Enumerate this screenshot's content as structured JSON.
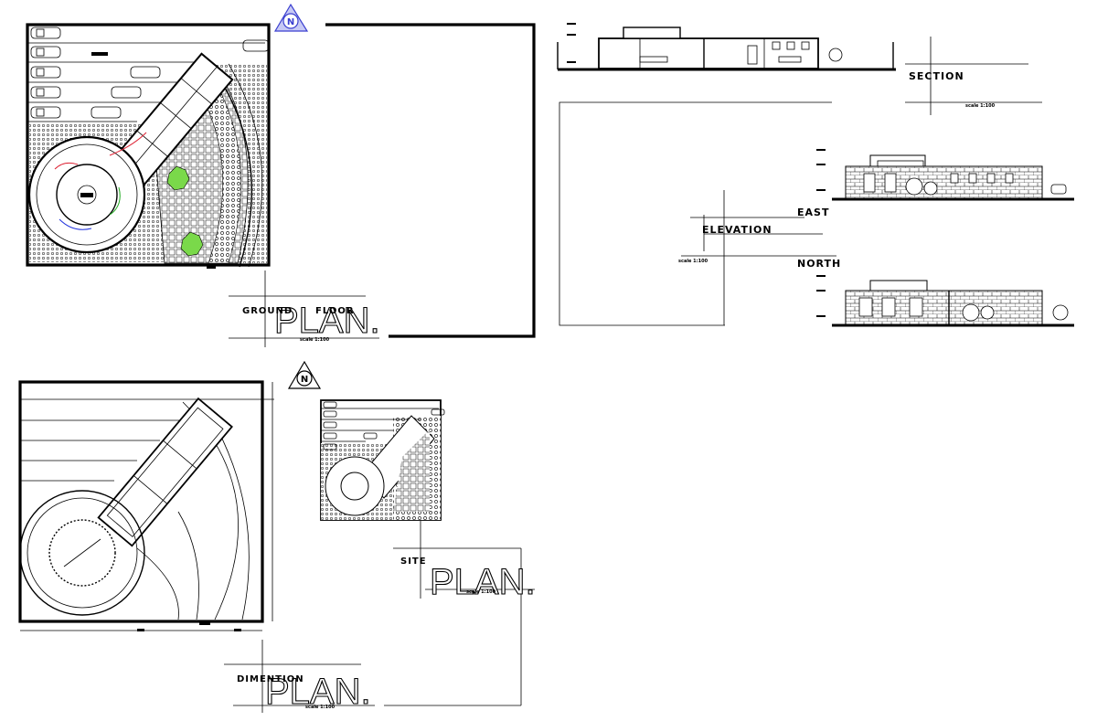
{
  "drawing": {
    "ground_floor": {
      "north_label": "N",
      "title_word_1": "GROUND",
      "title_word_2": "FLOOR",
      "title_big": "PLAN.",
      "scale": "scale 1:100"
    },
    "section": {
      "title": "SECTION",
      "scale": "scale 1:100"
    },
    "elevation": {
      "word_east": "EAST",
      "title": "ELEVATION",
      "word_north": "NORTH",
      "scale": "scale 1:100"
    },
    "dimension_plan": {
      "north_label": "N",
      "title_word": "DIMENTION",
      "title_big": "PLAN.",
      "scale": "scale 1:100"
    },
    "site_plan": {
      "title_word": "SITE",
      "title_big": "PLAN.",
      "scale": "scale 1:100"
    },
    "colors": {
      "north_fill": "#c7c9f5",
      "north_stroke": "#3a3fd0",
      "tree_green": "#7ad94a",
      "line": "#000000"
    }
  }
}
